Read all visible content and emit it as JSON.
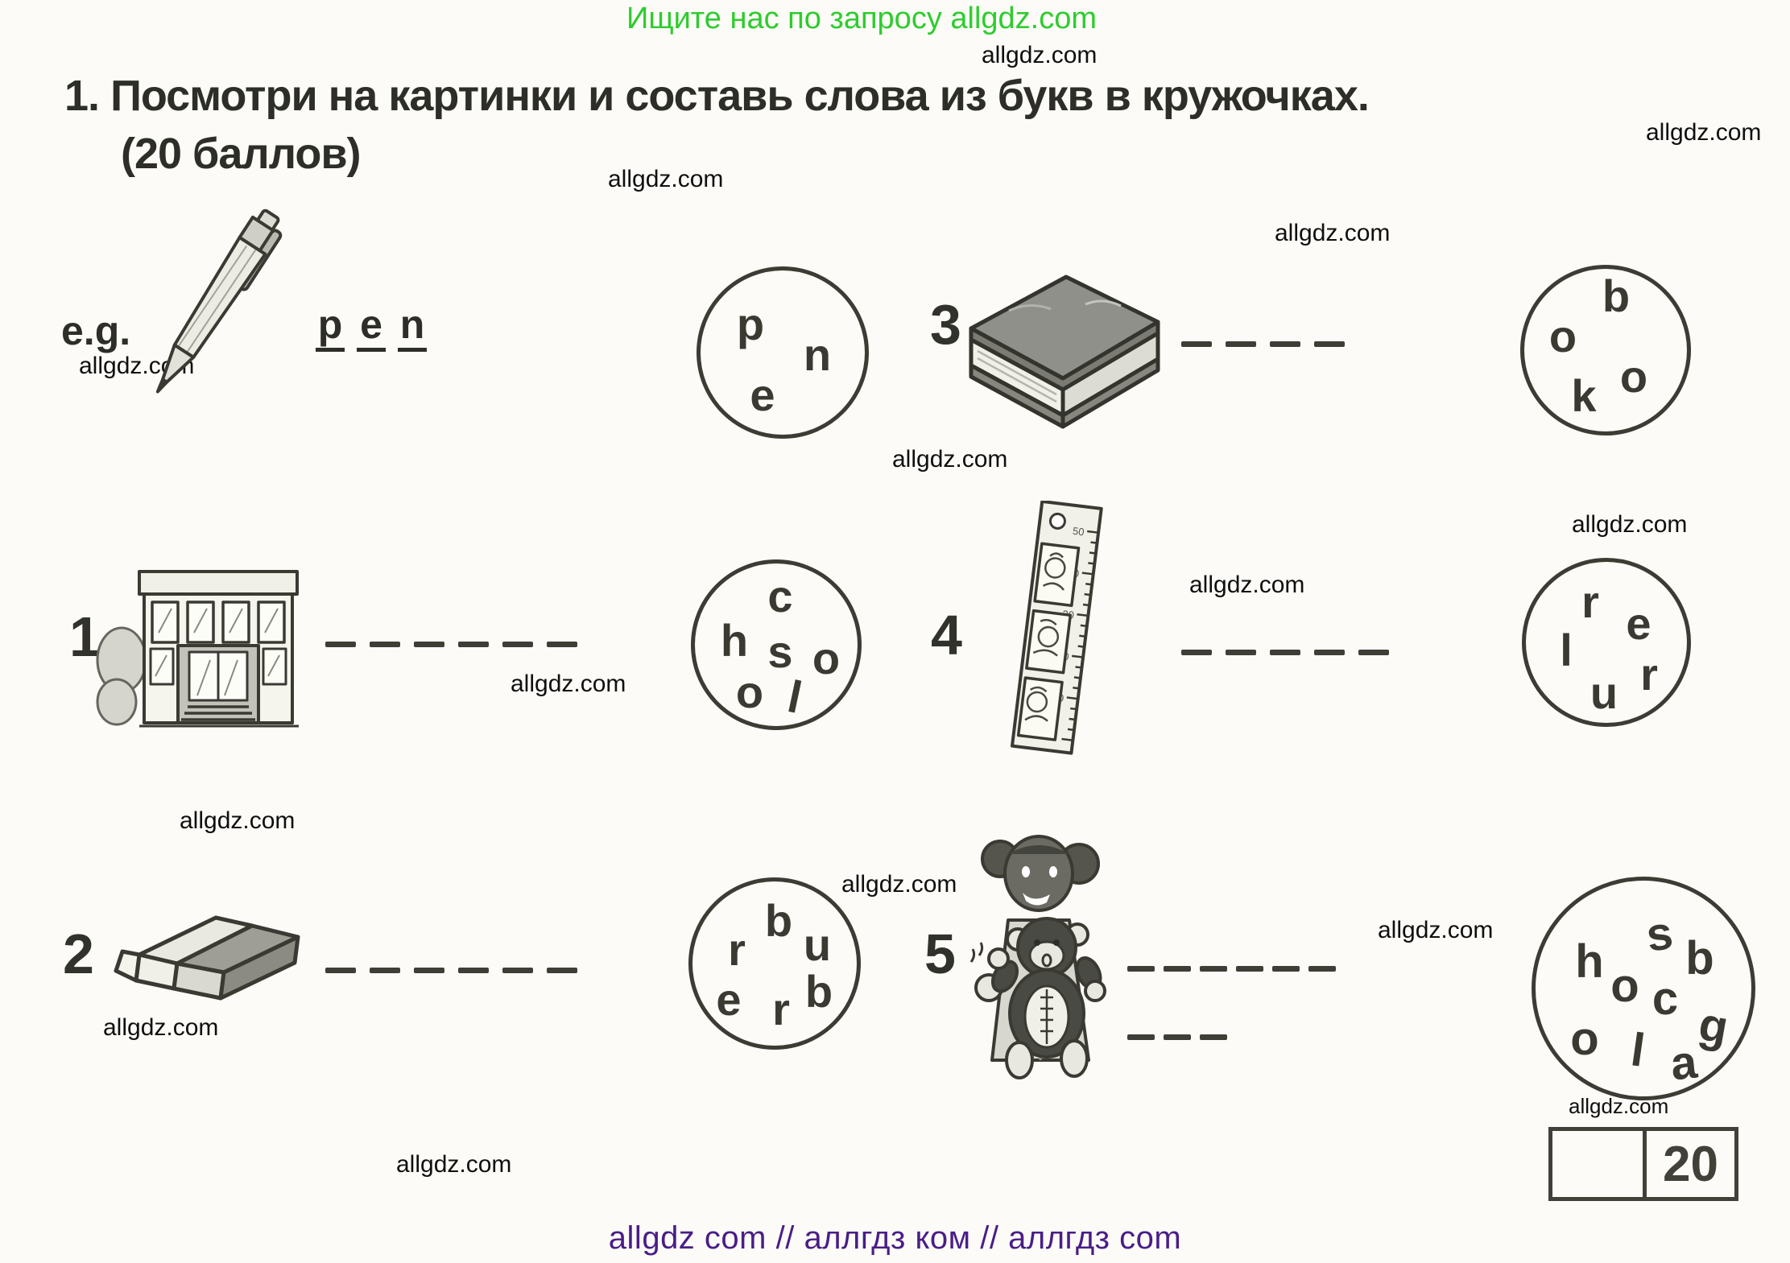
{
  "promo": {
    "top_text": "Ищите нас по запросу allgdz.com",
    "bottom_text": "allgdz com  //  аллгдз ком  //  аллгдз com"
  },
  "watermark_text": "allgdz.com",
  "colors": {
    "promo_green": "#2ecc2e",
    "promo_purple": "#4a1d86",
    "ink": "#32322c"
  },
  "task": {
    "number": "1.",
    "title": "Посмотри на картинки и составь слова из букв в кружочках.",
    "points": "(20 баллов)",
    "example_label": "e.g.",
    "example_image": "ballpoint-pen",
    "example_answer": [
      "p",
      "e",
      "n"
    ],
    "example_circle_letters": [
      "p",
      "n",
      "e"
    ]
  },
  "items": [
    {
      "number": "1",
      "image": "school-building",
      "blank_dashes": 6,
      "circle_letters": [
        "c",
        "h",
        "s",
        "o",
        "o",
        "l"
      ]
    },
    {
      "number": "2",
      "image": "eraser",
      "blank_dashes": 6,
      "circle_letters": [
        "r",
        "b",
        "u",
        "e",
        "r",
        "b"
      ]
    },
    {
      "number": "3",
      "image": "book",
      "blank_dashes": 4,
      "circle_letters": [
        "b",
        "o",
        "o",
        "k"
      ]
    },
    {
      "number": "4",
      "image": "ruler",
      "blank_dashes": 5,
      "circle_letters": [
        "r",
        "e",
        "l",
        "u",
        "r"
      ]
    },
    {
      "number": "5",
      "image": "girl-with-toy-monkey",
      "blank_dashes_row1": 6,
      "blank_dashes_row2": 3,
      "circle_letters": [
        "s",
        "b",
        "h",
        "o",
        "c",
        "g",
        "o",
        "l",
        "a"
      ]
    }
  ],
  "score_box": {
    "max_points": "20"
  }
}
